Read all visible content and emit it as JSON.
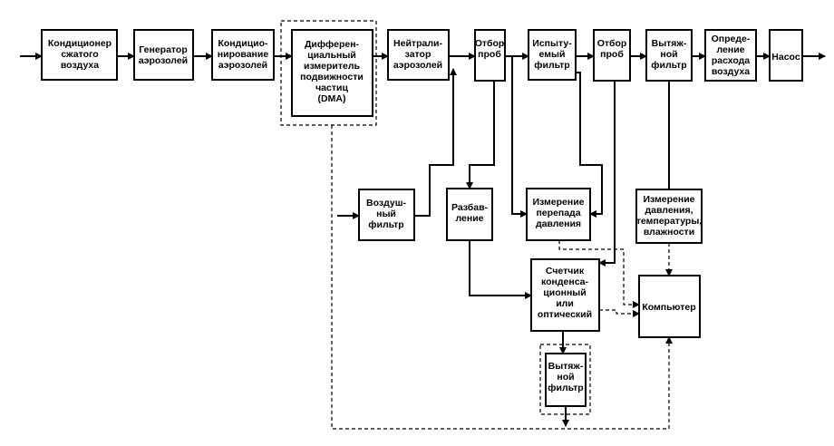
{
  "diagram": {
    "nodes": {
      "conditioner": [
        "Кондиционер",
        "сжатого",
        "воздуха"
      ],
      "generator": [
        "Генератор",
        "аэрозолей"
      ],
      "conditioning": [
        "Кондицио-",
        "нирование",
        "аэрозолей"
      ],
      "dma": [
        "Дифферен-",
        "циальный",
        "измеритель",
        "подвижности",
        "частиц",
        "(DMA)"
      ],
      "neutralizer": [
        "Нейтрали-",
        "затор",
        "аэрозолей"
      ],
      "sampling1": [
        "Отбор",
        "проб"
      ],
      "test_filter": [
        "Испыту-",
        "емый",
        "фильтр"
      ],
      "sampling2": [
        "Отбор",
        "проб"
      ],
      "exhaust_filter": [
        "Вытяж-",
        "ной",
        "фильтр"
      ],
      "flow_measure": [
        "Опреде-",
        "ление",
        "расхода",
        "воздуха"
      ],
      "pump": [
        "Насос"
      ],
      "air_filter": [
        "Воздуш-",
        "ный",
        "фильтр"
      ],
      "dilution": [
        "Разбав-",
        "ление"
      ],
      "pressure_drop": [
        "Измерение",
        "перепада",
        "давления"
      ],
      "env_measure": [
        "Измерение",
        "давления,",
        "температуры,",
        "влажности"
      ],
      "counter": [
        "Счетчик",
        "конденса-",
        "ционный",
        "или",
        "оптический"
      ],
      "computer": [
        "Компьютер"
      ],
      "exhaust_filter2": [
        "Вытяж-",
        "ной",
        "фильтр"
      ]
    }
  }
}
